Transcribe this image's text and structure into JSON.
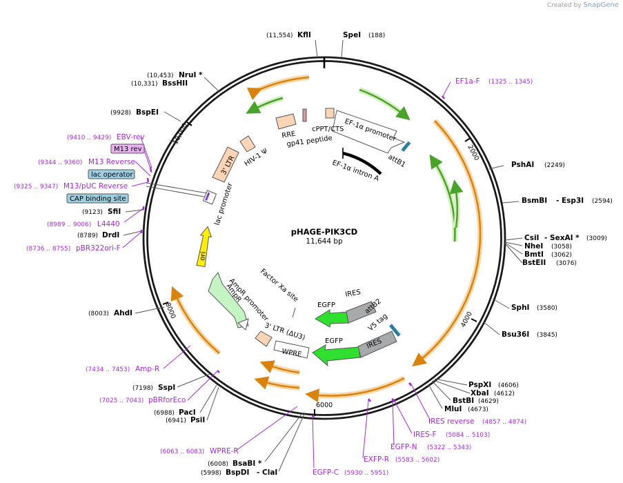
{
  "credit": {
    "prefix": "Created by",
    "brand": "SnapGene"
  },
  "plasmid": {
    "name": "pHAGE-PIK3CD",
    "size": "11,644 bp"
  },
  "ticks": [
    {
      "label": "2000"
    },
    {
      "label": "4000"
    },
    {
      "label": "6000"
    },
    {
      "label": "8000"
    },
    {
      "label": "10,000"
    }
  ],
  "enzymes": [
    {
      "name": "KflI",
      "pos": "(11,554)"
    },
    {
      "name": "SpeI",
      "pos": "(188)"
    },
    {
      "name": "NruI *",
      "pos": "(10,453)"
    },
    {
      "name": "BssHII",
      "pos": "(10,331)"
    },
    {
      "name": "BspEI",
      "pos": "(9928)"
    },
    {
      "name": "PshAI",
      "pos": "(2249)"
    },
    {
      "name": "BsmBI",
      "pos": ""
    },
    {
      "name": "- Esp3I",
      "pos": "(2594)"
    },
    {
      "name": "CsiI",
      "pos": ""
    },
    {
      "name": "- SexAI *",
      "pos": "(3009)"
    },
    {
      "name": "NheI",
      "pos": "(3058)"
    },
    {
      "name": "BmtI",
      "pos": "(3062)"
    },
    {
      "name": "BstEII",
      "pos": "(3076)"
    },
    {
      "name": "SphI",
      "pos": "(3580)"
    },
    {
      "name": "Bsu36I",
      "pos": "(3845)"
    },
    {
      "name": "PspXI",
      "pos": "(4606)"
    },
    {
      "name": "XbaI",
      "pos": "(4612)"
    },
    {
      "name": "BstBI",
      "pos": "(4629)"
    },
    {
      "name": "MluI",
      "pos": "(4673)"
    },
    {
      "name": "SfiI",
      "pos": "(9123)"
    },
    {
      "name": "DrdI",
      "pos": "(8789)"
    },
    {
      "name": "AhdI",
      "pos": "(8003)"
    },
    {
      "name": "SspI",
      "pos": "(7198)"
    },
    {
      "name": "PacI",
      "pos": "(6988)"
    },
    {
      "name": "PsiI",
      "pos": "(6941)"
    },
    {
      "name": "BsaBI *",
      "pos": "(6008)"
    },
    {
      "name": "BspDI",
      "pos": "(5998)"
    },
    {
      "name": "- ClaI",
      "pos": ""
    }
  ],
  "primers": [
    {
      "name": "EF1a-F",
      "pos": "(1325 .. 1345)"
    },
    {
      "name": "EBV-rev",
      "pos": "(9410 .. 9429)"
    },
    {
      "name": "M13 rev",
      "pos": ""
    },
    {
      "name": "M13 Reverse",
      "pos": "(9344 .. 9360)"
    },
    {
      "name": "M13/pUC Reverse",
      "pos": "(9325 .. 9347)"
    },
    {
      "name": "L4440",
      "pos": "(8989 .. 9006)"
    },
    {
      "name": "pBR322ori-F",
      "pos": "(8736 .. 8755)"
    },
    {
      "name": "Amp-R",
      "pos": "(7434 .. 7453)"
    },
    {
      "name": "pBRforEco",
      "pos": "(7025 .. 7043)"
    },
    {
      "name": "WPRE-R",
      "pos": "(6063 .. 6083)"
    },
    {
      "name": "EGFP-C",
      "pos": "(5930 .. 5951)"
    },
    {
      "name": "EXFP-R",
      "pos": "(5583 .. 5602)"
    },
    {
      "name": "EGFP-N",
      "pos": "(5322 .. 5343)"
    },
    {
      "name": "IRES-F",
      "pos": "(5084 .. 5103)"
    },
    {
      "name": "IRES reverse",
      "pos": "(4857 .. 4874)"
    }
  ],
  "boxed_features": [
    {
      "name": "lac operator"
    },
    {
      "name": "CAP binding site"
    }
  ],
  "features": [
    {
      "name": "EF-1α promoter"
    },
    {
      "name": "EF-1α intron A"
    },
    {
      "name": "attB1"
    },
    {
      "name": "cPPT/CTS"
    },
    {
      "name": "gp41 peptide"
    },
    {
      "name": "RRE"
    },
    {
      "name": "HIV-1 Ψ"
    },
    {
      "name": "3' LTR"
    },
    {
      "name": "lac promoter"
    },
    {
      "name": "ori"
    },
    {
      "name": "AmpR"
    },
    {
      "name": "AmpR promoter"
    },
    {
      "name": "Factor Xa site"
    },
    {
      "name": "3' LTR (ΔU3)"
    },
    {
      "name": "WPRE"
    },
    {
      "name": "EGFP"
    },
    {
      "name": "IRES"
    },
    {
      "name": "attB2"
    },
    {
      "name": "V5 tag"
    },
    {
      "name": "EGFP"
    },
    {
      "name": "IRES"
    }
  ],
  "colors": {
    "backbone": "#1a1a1a",
    "orf_orange": "#d9820e",
    "orf_glow": "#f6d8a8",
    "orf_green": "#4aa22a",
    "orf_green_glow": "#d6efc0",
    "primer": "#a12ad0",
    "egfp": "#2fe02f",
    "ires": "#a7a9ab",
    "ltr": "#fbd5b5",
    "ampr": "#c6f5c4",
    "ori": "#ffee00",
    "lac_op": "#9ecfe0",
    "m13_box": "#e9b1f3",
    "attb": "#2d7d9f"
  }
}
